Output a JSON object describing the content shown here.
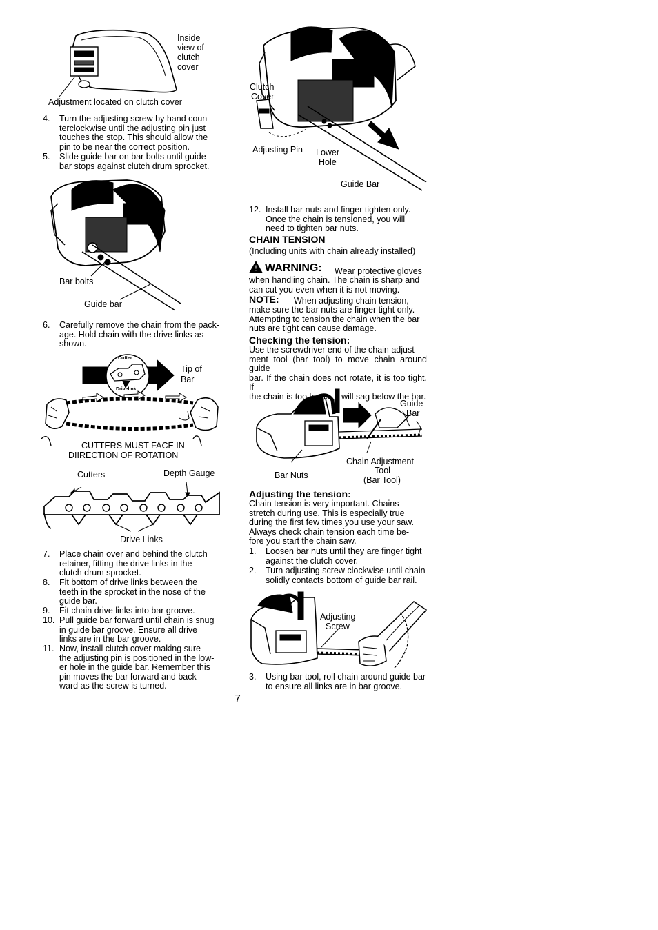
{
  "fig1": {
    "label_inside": [
      "Inside",
      "view of",
      "clutch",
      "cover"
    ],
    "caption": "Adjustment located on clutch cover"
  },
  "steps_left_a": [
    {
      "num": "4.",
      "lines": [
        "Turn the adjusting screw by hand coun-",
        "terclockwise until the adjusting pin just",
        "touches the stop. This should allow the",
        "pin to be near the correct position."
      ]
    },
    {
      "num": "5.",
      "lines": [
        "Slide guide bar on bar bolts until guide",
        "bar stops against clutch drum sprocket."
      ]
    }
  ],
  "fig2": {
    "bar_bolts": "Bar bolts",
    "guide_bar": "Guide bar"
  },
  "step6": {
    "num": "6.",
    "lines": [
      "Carefully remove the chain from the pack-",
      "age. Hold chain with the drive links as",
      "shown."
    ]
  },
  "fig3": {
    "cutter": "Cutter",
    "drivelink": "Drivelink",
    "tip_of_bar": [
      "Tip of",
      "Bar"
    ],
    "caption": [
      "CUTTERS MUST FACE IN",
      "DIIRECTION OF ROTATION"
    ]
  },
  "fig4": {
    "cutters": "Cutters",
    "depth_gauge": "Depth Gauge",
    "drive_links": "Drive Links"
  },
  "steps_left_b": [
    {
      "num": "7.",
      "lines": [
        "Place chain over and behind the clutch",
        "retainer, fitting the drive links in the",
        "clutch drum sprocket."
      ]
    },
    {
      "num": "8.",
      "lines": [
        "Fit bottom of drive links between the",
        "teeth in the sprocket in the nose of the",
        "guide bar."
      ]
    },
    {
      "num": "9.",
      "lines": [
        "Fit chain drive links into bar groove."
      ]
    },
    {
      "num": "10.",
      "lines": [
        "Pull guide bar forward until chain is snug",
        "in guide bar groove. Ensure all drive",
        "links are in the bar groove."
      ]
    },
    {
      "num": "11.",
      "lines": [
        "Now, install clutch cover making sure",
        "the adjusting pin is positioned in the low-",
        "er hole in the guide bar. Remember this",
        "pin moves the bar forward and back-",
        "ward as the screw is turned."
      ]
    }
  ],
  "page_number": "7",
  "fig5": {
    "clutch_cover": [
      "Clutch",
      "Cover"
    ],
    "adjusting_pin": "Adjusting Pin",
    "lower_hole": [
      "Lower",
      "Hole"
    ],
    "guide_bar": "Guide Bar"
  },
  "step12": {
    "num": "12.",
    "lines": [
      "Install bar nuts and finger tighten only.",
      "Once the chain is tensioned, you will",
      "need to tighten bar nuts."
    ]
  },
  "chain_tension": {
    "heading": "CHAIN TENSION",
    "subheading": "(Including units with chain already installed)",
    "warning_label": "WARNING:",
    "warning_lines": [
      "Wear protective gloves",
      "when handling chain. The chain is sharp and",
      "can cut you even when it is not moving."
    ],
    "note_label": "NOTE:",
    "note_lines": [
      "When adjusting chain tension,",
      "make sure the bar nuts are finger tight only.",
      "Attempting to tension the chain when the bar",
      "nuts are tight can cause damage."
    ],
    "checking_heading": "Checking the tension:",
    "checking_lines": [
      "Use the screwdriver end of the chain adjust-",
      "ment tool (bar tool) to move chain around guide",
      "bar. If the chain does not rotate, it is too tight. If",
      "the chain is too loose, it will sag below the bar."
    ]
  },
  "fig6": {
    "guide_bar": [
      "Guide",
      "Bar"
    ],
    "chain_tool": [
      "Chain Adjustment",
      "Tool",
      "(Bar Tool)"
    ],
    "bar_nuts": "Bar Nuts"
  },
  "adjusting": {
    "heading": "Adjusting the tension:",
    "lines": [
      "Chain tension is very important. Chains",
      "stretch during use. This is especially true",
      "during the first few times you use your saw.",
      "Always check chain tension each time be-",
      "fore you start the chain saw."
    ],
    "steps": [
      {
        "num": "1.",
        "lines": [
          "Loosen bar nuts until they are finger tight",
          "against the clutch cover."
        ]
      },
      {
        "num": "2.",
        "lines": [
          "Turn adjusting screw clockwise until chain",
          "solidly contacts bottom of guide bar rail."
        ]
      }
    ]
  },
  "fig7": {
    "adjusting_screw": [
      "Adjusting",
      "Screw"
    ]
  },
  "step3": {
    "num": "3.",
    "lines": [
      "Using bar tool, roll chain around guide bar",
      "to ensure all links are in bar groove."
    ]
  }
}
